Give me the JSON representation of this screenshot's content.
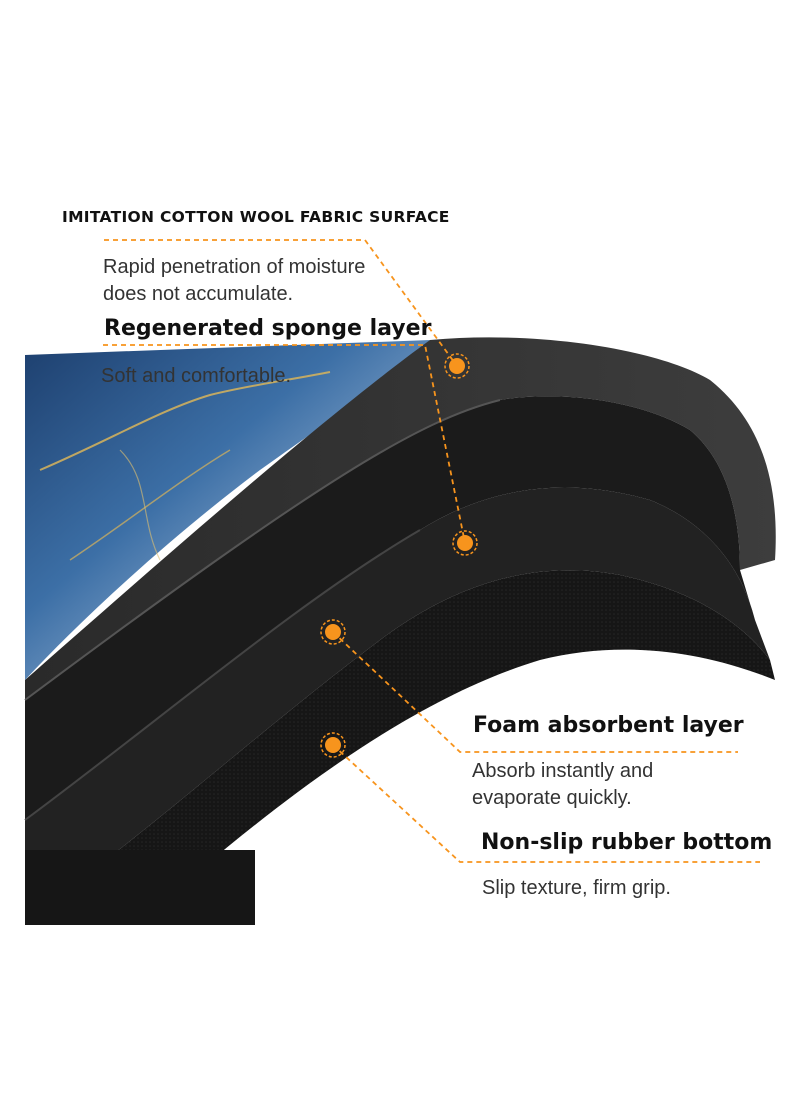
{
  "colors": {
    "accent": "#f7941d",
    "mat_black": "#141414",
    "marble_blue": "#2b5a8f"
  },
  "callouts": [
    {
      "heading": "IMITATION COTTON WOOL FABRIC SURFACE",
      "description": "Rapid penetration of moisture does not accumulate."
    },
    {
      "heading": "Regenerated sponge layer",
      "description": "Soft and comfortable."
    },
    {
      "heading": "Foam absorbent layer",
      "description": "Absorb instantly and evaporate quickly."
    },
    {
      "heading": "Non-slip rubber bottom",
      "description": "Slip texture, firm grip."
    }
  ]
}
